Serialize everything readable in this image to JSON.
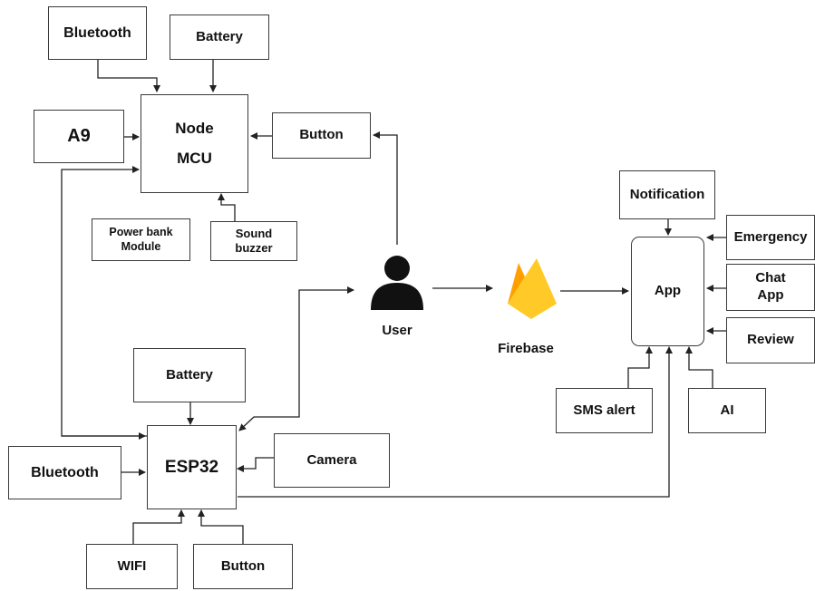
{
  "nodes": {
    "bluetooth_top": "Bluetooth",
    "battery_top": "Battery",
    "a9": "A9",
    "nodemcu": "Node\nMCU",
    "button_top": "Button",
    "power_bank": "Power bank\nModule",
    "sound_buzzer": "Sound\nbuzzer",
    "user": "User",
    "firebase": "Firebase",
    "notification": "Notification",
    "emergency": "Emergency",
    "chat_app": "Chat\nApp",
    "app": "App",
    "review": "Review",
    "sms_alert": "SMS alert",
    "ai": "AI",
    "battery_bottom": "Battery",
    "camera": "Camera",
    "bluetooth_bottom": "Bluetooth",
    "esp32": "ESP32",
    "wifi": "WIFI",
    "button_bottom": "Button"
  },
  "colors": {
    "stroke": "#222222",
    "user_icon": "#111111",
    "firebase_flame_dark": "#F58220",
    "firebase_flame_mid": "#FFA000",
    "firebase_flame_light": "#FFCA28"
  }
}
